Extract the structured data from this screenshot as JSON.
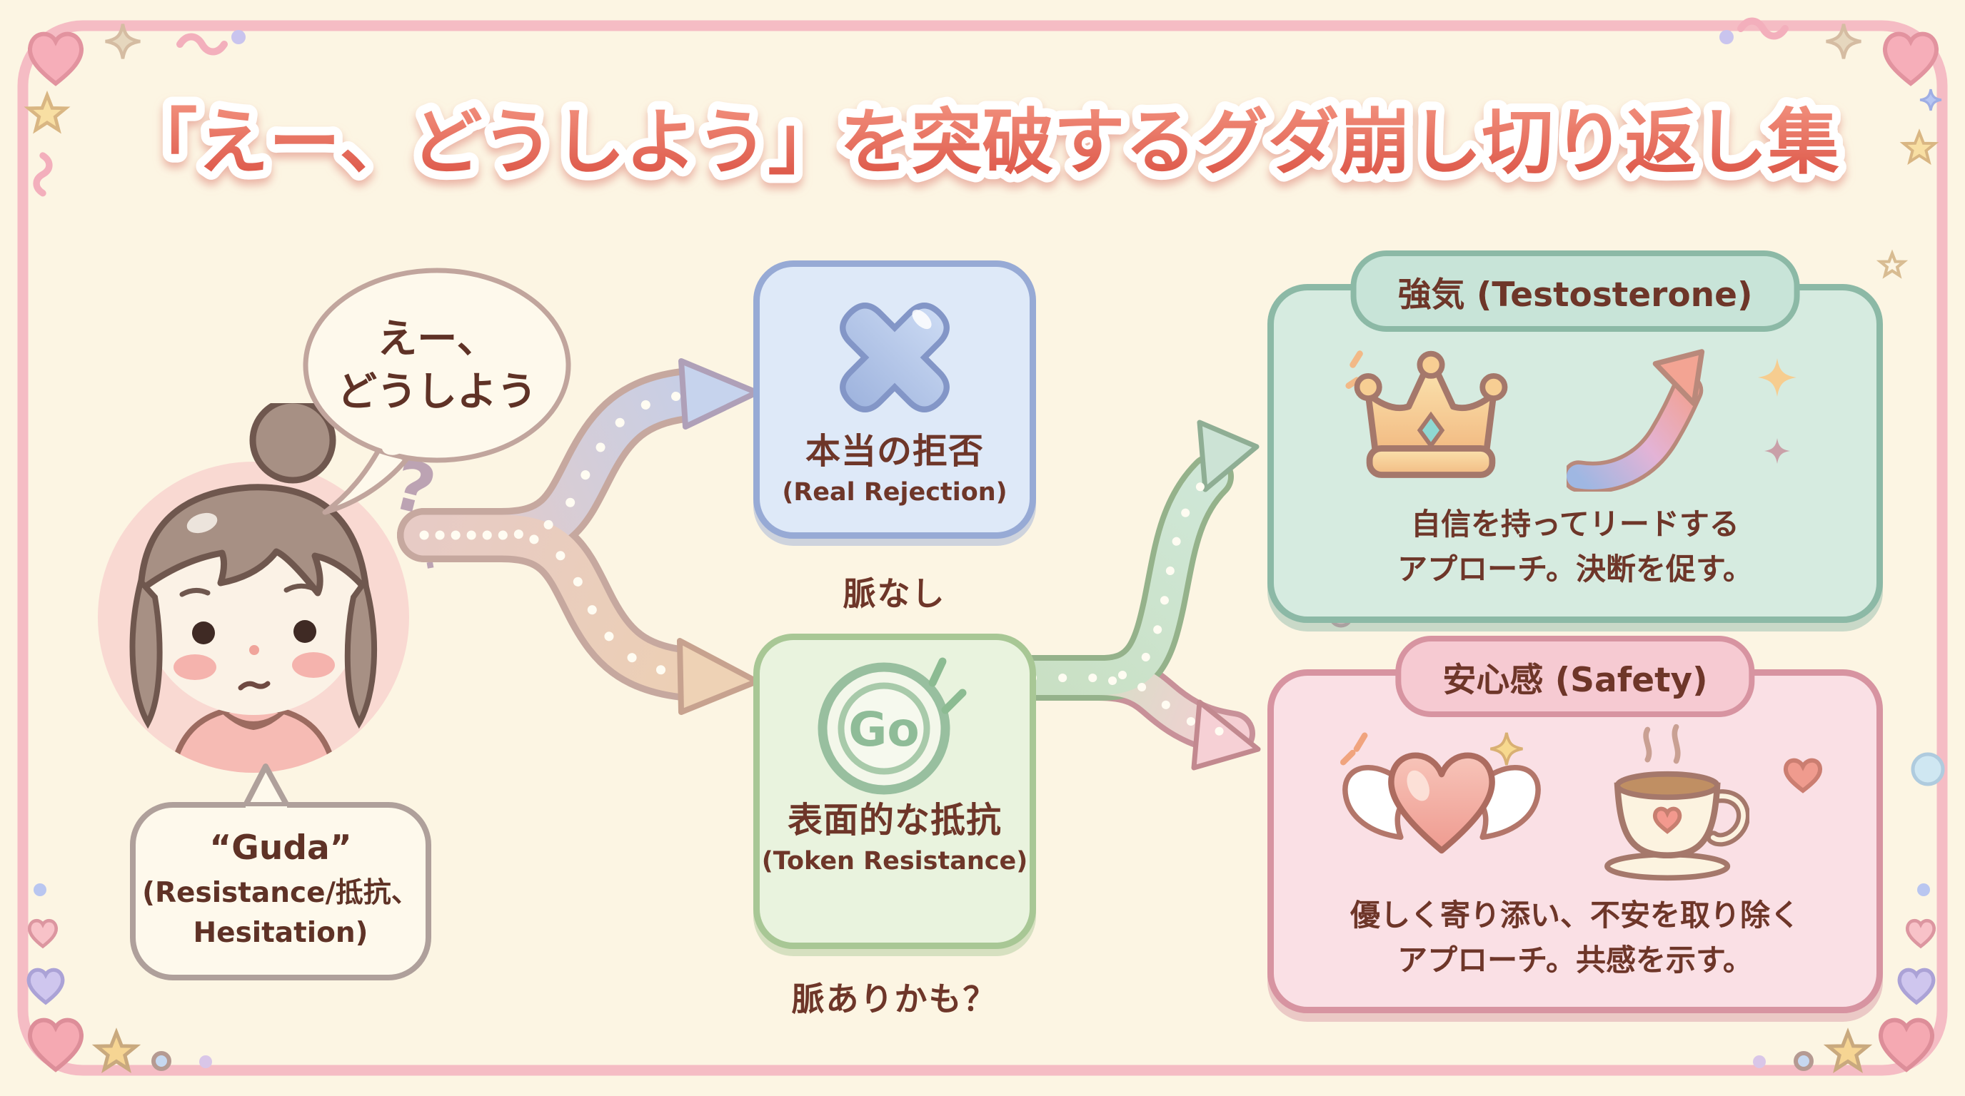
{
  "title": "「えー、どうしよう」を突破するグダ崩し切り返し集",
  "girl": {
    "speech_line1": "えー、",
    "speech_line2": "どうしよう",
    "question_mark": "?"
  },
  "guda_label": {
    "line1": "“Guda”",
    "line2": "(Resistance/抵抗、",
    "line3": "Hesitation)"
  },
  "real_rejection": {
    "name": "本当の拒否",
    "name_en": "(Real Rejection)",
    "caption": "脈なし"
  },
  "token_resistance": {
    "name": "表面的な抵抗",
    "name_en": "(Token Resistance)",
    "go_label": "Go",
    "caption": "脈ありかも？"
  },
  "testosterone": {
    "header": "強気 (Testosterone)",
    "line1": "自信を持ってリードする",
    "line2": "アプローチ。決断を促す。"
  },
  "safety": {
    "header": "安心感 (Safety)",
    "line1": "優しく寄り添い、不安を取り除く",
    "line2": "アプローチ。共感を示す。"
  },
  "icons": {
    "x_mark": "x-mark-icon",
    "go": "go-icon",
    "crown": "crown-icon",
    "rising_arrow": "rising-arrow-icon",
    "winged_heart": "winged-heart-icon",
    "teacup": "teacup-icon"
  },
  "colors": {
    "background": "#FCF5E3",
    "frame_pink": "#F5BCC4",
    "title_fill": "#E2604F",
    "ink_brown": "#6E3629",
    "blue_box": "#DEE9F8",
    "green_box": "#E9F3DE",
    "teal_box": "#D6EBE0",
    "pink_box": "#FAE0E5"
  }
}
